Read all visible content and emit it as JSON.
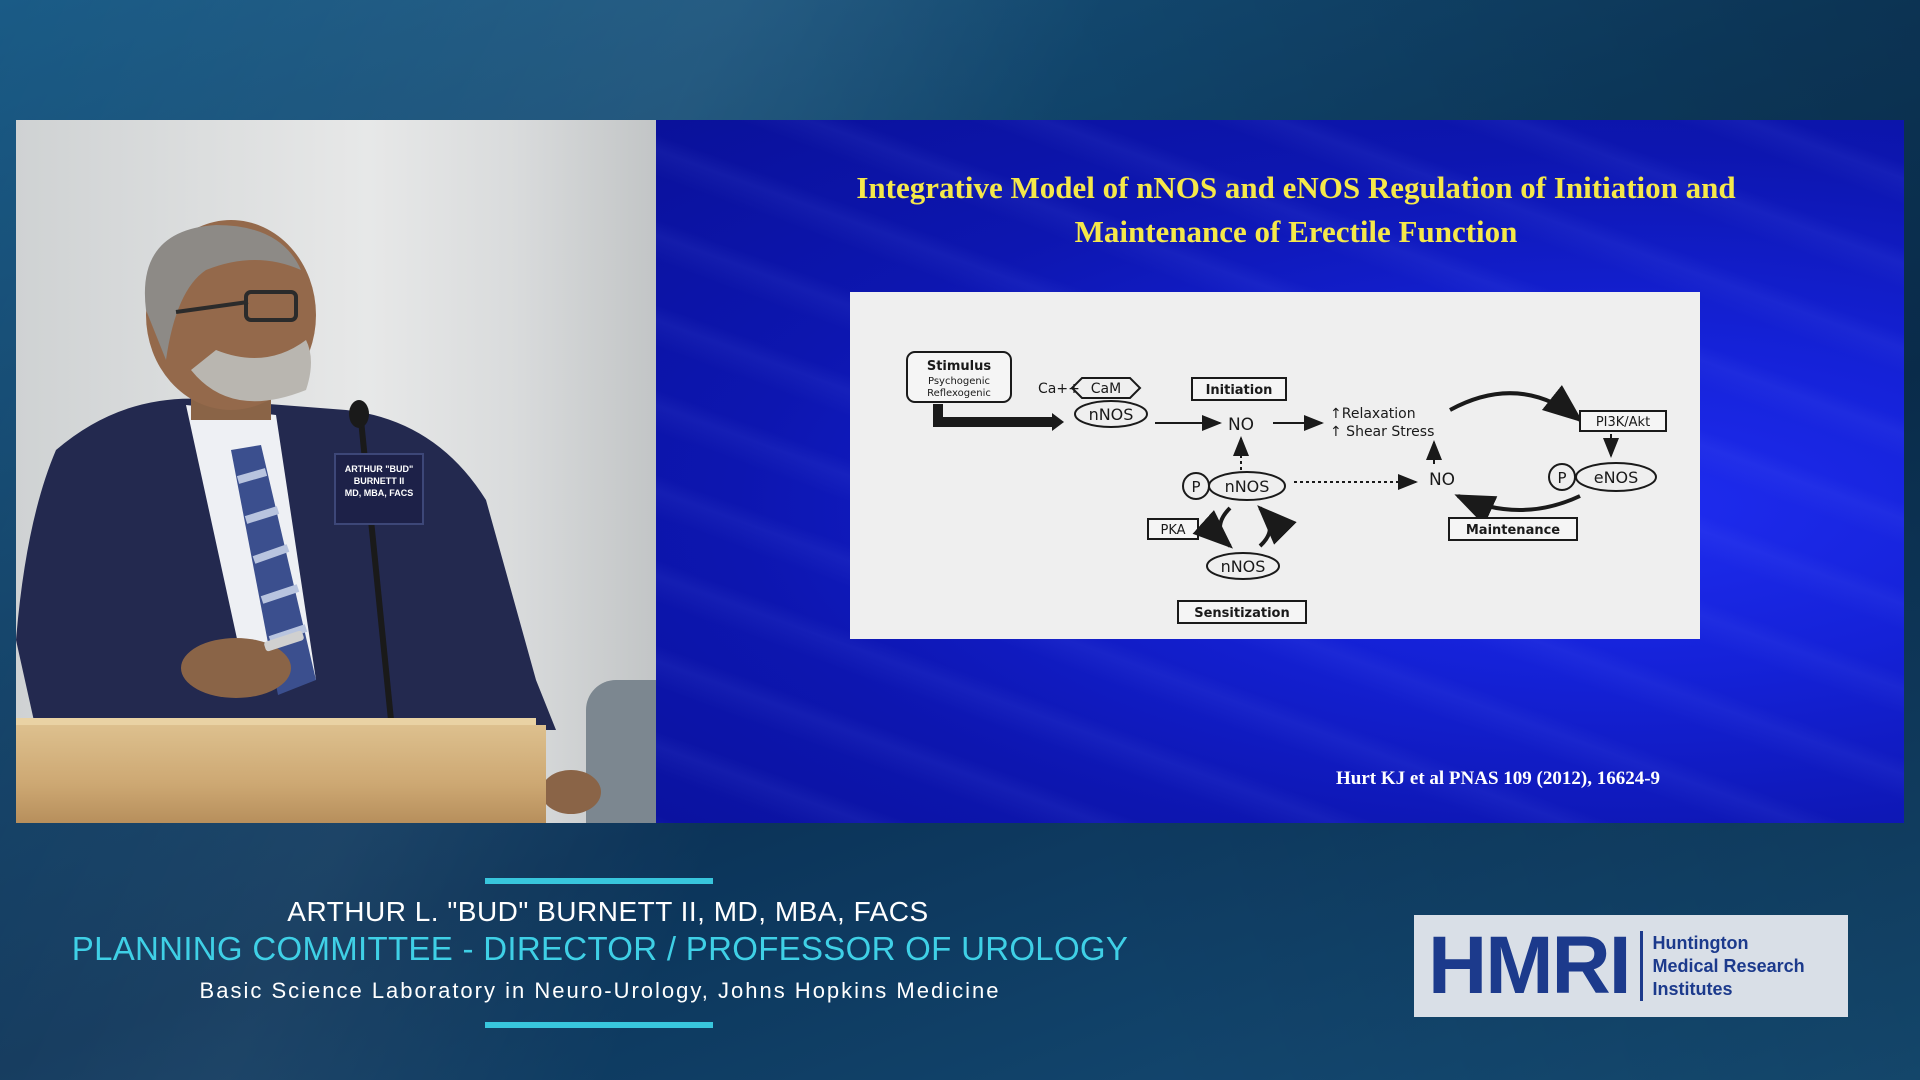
{
  "slide": {
    "title_line1": "Integrative Model of nNOS and eNOS Regulation of Initiation and",
    "title_line2": "Maintenance of Erectile Function",
    "citation": "Hurt KJ et al  PNAS 109 (2012), 16624-9",
    "diagram": {
      "stimulus": "Stimulus",
      "psychogenic": "Psychogenic",
      "reflexogenic": "Reflexogenic",
      "ca": "Ca++",
      "cam": "CaM",
      "nnos": "nNOS",
      "initiation": "Initiation",
      "no": "NO",
      "relaxation": "↑Relaxation",
      "shear": "↑ Shear Stress",
      "pi3k": "PI3K/Akt",
      "p": "P",
      "enos": "eNOS",
      "pka": "PKA",
      "maintenance": "Maintenance",
      "sensitization": "Sensitization"
    }
  },
  "badge": {
    "line1": "ARTHUR \"BUD\"",
    "line2": "BURNETT II",
    "line3": "MD, MBA, FACS"
  },
  "lower_third": {
    "name": "ARTHUR L. \"BUD\" BURNETT II, MD, MBA, FACS",
    "role": "PLANNING COMMITTEE - DIRECTOR / PROFESSOR OF UROLOGY",
    "affiliation": "Basic Science Laboratory in Neuro-Urology, Johns Hopkins Medicine"
  },
  "logo": {
    "mark": "HMRI",
    "line1": "Huntington",
    "line2": "Medical Research",
    "line3": "Institutes"
  }
}
